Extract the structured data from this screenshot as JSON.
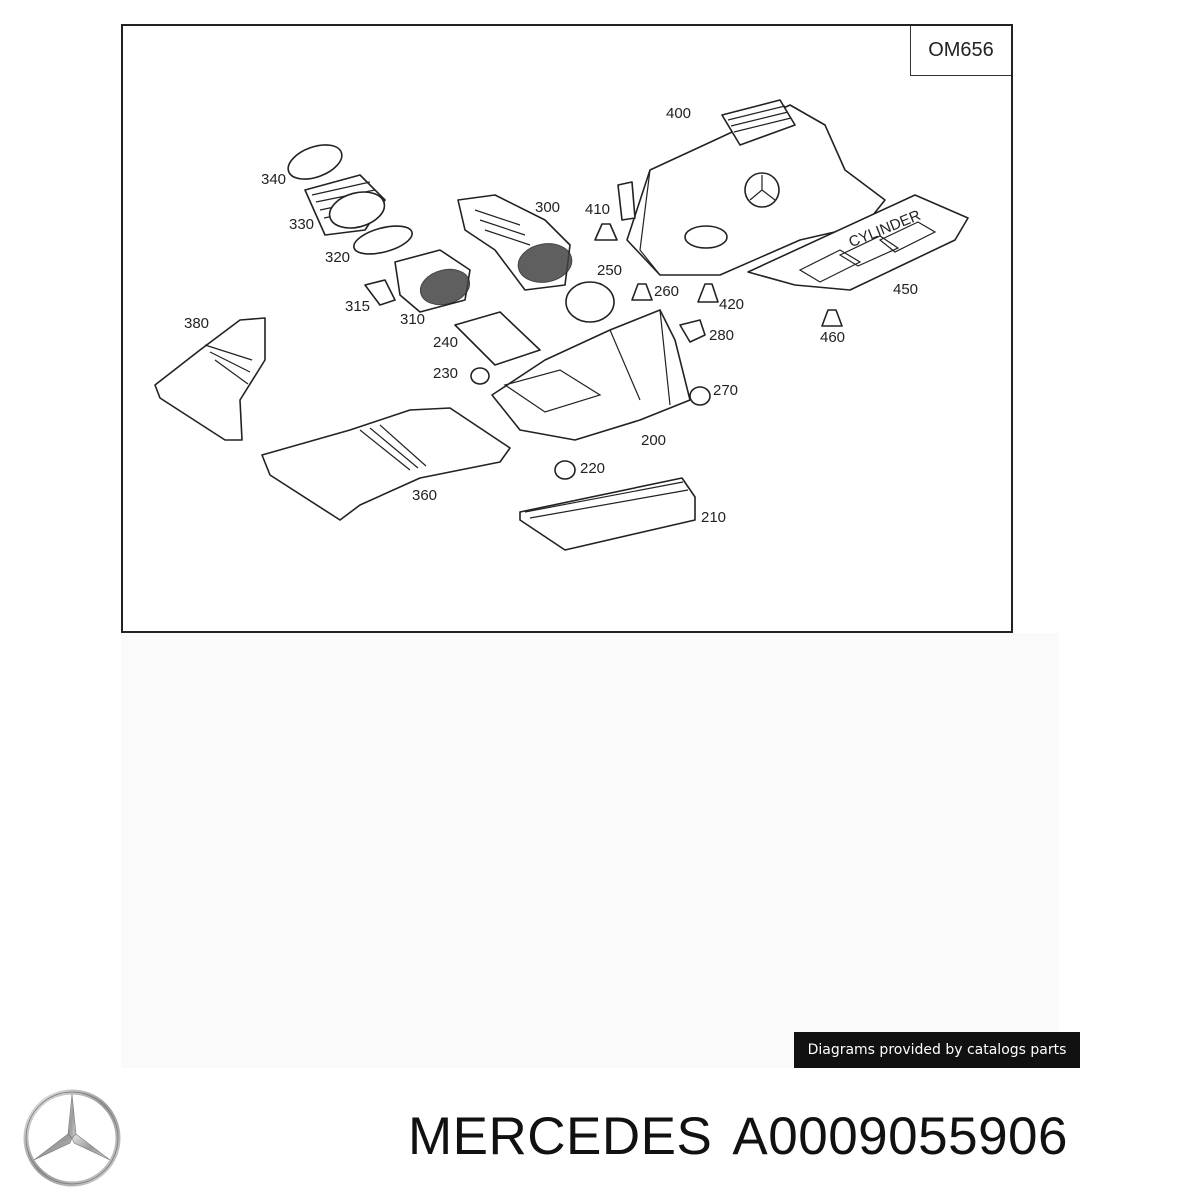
{
  "diagram": {
    "engine_code": "OM656",
    "callouts": [
      "400",
      "340",
      "330",
      "300",
      "410",
      "320",
      "250",
      "260",
      "420",
      "450",
      "315",
      "310",
      "460",
      "380",
      "280",
      "240",
      "230",
      "270",
      "200",
      "220",
      "360",
      "210"
    ]
  },
  "footer": {
    "credit": "Diagrams provided by catalogs parts",
    "brand": "MERCEDES",
    "part_number": "A0009055906",
    "logo_icon": "mercedes-star-icon"
  }
}
